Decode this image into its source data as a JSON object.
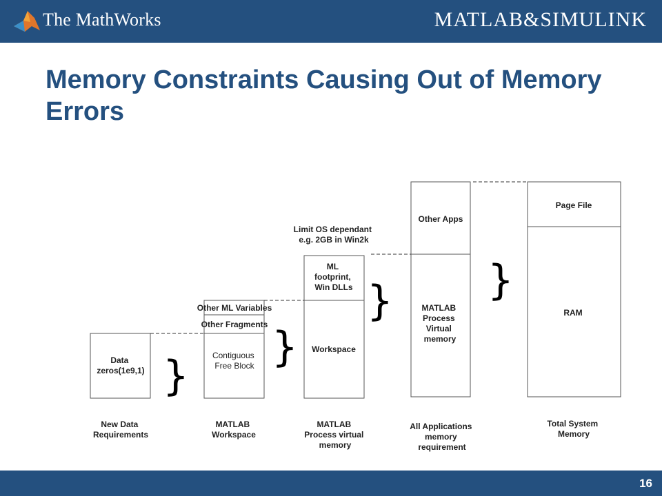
{
  "header": {
    "company": "The MathWorks",
    "product": "MATLAB&SIMULINK",
    "logo_icon": "matlab-membrane-logo-icon"
  },
  "slide": {
    "title": "Memory Constraints Causing Out of Memory Errors",
    "page_number": "16"
  },
  "colors": {
    "bar": "#24507f",
    "title": "#24507f"
  },
  "diagram": {
    "data_box": {
      "lines": [
        "Data",
        "zeros(1e9,1)"
      ]
    },
    "workspace_col": {
      "other_ml_variables": "Other ML Variables",
      "other_fragments": "Other Fragments",
      "contiguous_lines": [
        "Contiguous",
        "Free Block"
      ]
    },
    "process_col": {
      "limit_lines": [
        "Limit OS dependant",
        "e.g. 2GB in Win2k"
      ],
      "footprint_lines": [
        "ML",
        "footprint,",
        "Win DLLs"
      ],
      "workspace_label": "Workspace"
    },
    "apps_col": {
      "other_apps": "Other Apps",
      "matlab_process_lines": [
        "MATLAB",
        "Process",
        "Virtual",
        "memory"
      ]
    },
    "system_col": {
      "page_file": "Page File",
      "ram": "RAM"
    },
    "captions": {
      "new_data": [
        "New Data",
        "Requirements"
      ],
      "matlab_workspace": [
        "MATLAB",
        "Workspace"
      ],
      "matlab_process": [
        "MATLAB",
        "Process virtual",
        "memory"
      ],
      "all_apps": [
        "All Applications",
        "memory",
        "requirement"
      ],
      "total_system": [
        "Total System",
        "Memory"
      ]
    },
    "brace_glyph": "}"
  }
}
